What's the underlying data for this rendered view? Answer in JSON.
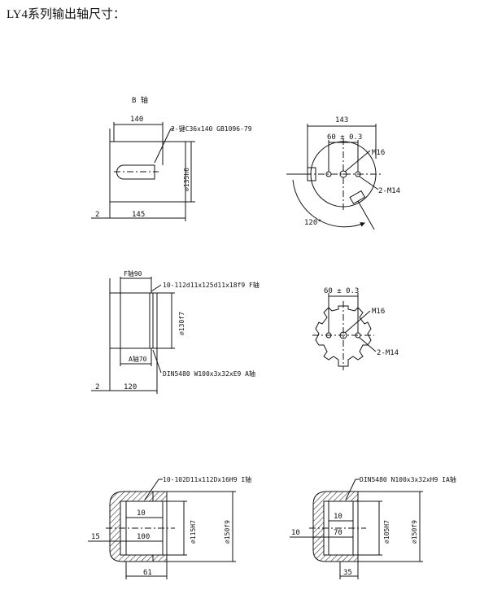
{
  "page": {
    "title": "LY4系列输出轴尺寸："
  },
  "shaft_b": {
    "name": "B 轴",
    "dim_top": "140",
    "key_spec": "2-键C36x140 GB1096-79",
    "diameter": "∅135h6",
    "dim_left": "2",
    "dim_bottom": "145"
  },
  "flange_top": {
    "dim_top": "143",
    "pcd": "60 ± 0.3",
    "tap_center": "M16",
    "tap_side": "2-M14",
    "angle": "120°"
  },
  "shaft_f": {
    "f_label": "F轴90",
    "f_spline": "10-112d11x125d11x18f9 F轴",
    "diameter": "∅130f7",
    "a_label": "A轴70",
    "a_spline": "DIN5480 W100x3x32xE9 A轴",
    "dim_left": "2",
    "dim_bottom": "120"
  },
  "flange_mid": {
    "pcd": "60 ± 0.3",
    "tap_center": "M16",
    "tap_side": "2-M14"
  },
  "hollow_i": {
    "spline": "10-102D11x112Dx16H9 I轴",
    "dim_inner_top": "10",
    "dim_inner_len": "100",
    "dim_left": "15",
    "bore": "∅115H7",
    "outer": "∅150f9",
    "dim_bottom": "61"
  },
  "hollow_ia": {
    "spline": "DIN5480 N100x3x32xH9 IA轴",
    "dim_inner_top": "10",
    "dim_inner_len": "70",
    "dim_left": "10",
    "bore": "∅105H7",
    "outer": "∅150f9",
    "dim_bottom": "35"
  }
}
